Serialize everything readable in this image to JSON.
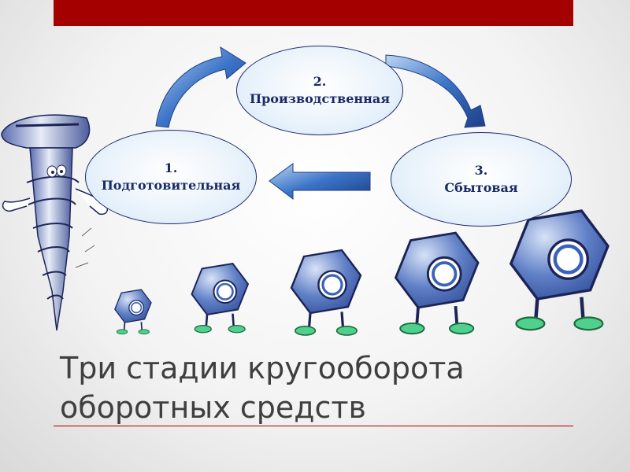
{
  "stages": [
    {
      "number": "1.",
      "name": "Подготовительная"
    },
    {
      "number": "2.",
      "name": "Производственная"
    },
    {
      "number": "3.",
      "name": "Сбытовая"
    }
  ],
  "title": {
    "line1": "Три стадии кругооборота",
    "line2": "оборотных средств"
  },
  "colors": {
    "accent_bar": "#a50000",
    "arrow_blue": "#2f5fb0",
    "ellipse_text": "#1a2a66",
    "title_text": "#3f3f3f"
  },
  "illustration": [
    "screw-character",
    "nut-character"
  ]
}
